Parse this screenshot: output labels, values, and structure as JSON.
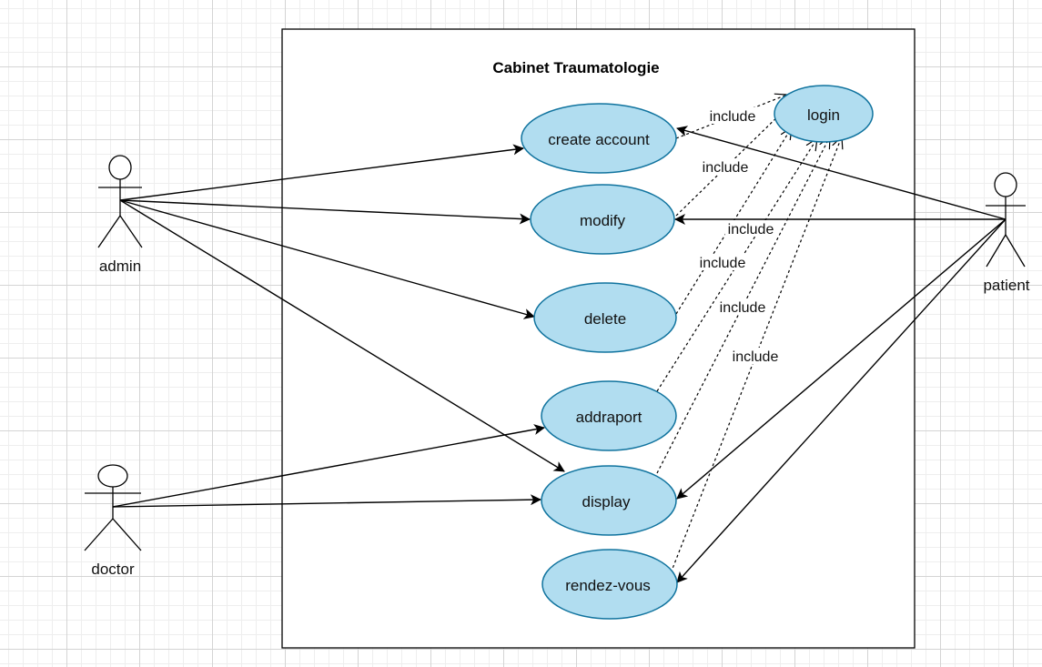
{
  "diagram": {
    "system_title": "Cabinet Traumatologie",
    "actors": {
      "admin": "admin",
      "doctor": "doctor",
      "patient": "patient"
    },
    "use_cases": {
      "create_account": "create account",
      "login": "login",
      "modify": "modify",
      "delete": "delete",
      "addraport": "addraport",
      "display": "display",
      "rendez_vous": "rendez-vous"
    },
    "include_label": "include",
    "colors": {
      "use_case_fill": "#b1ddf0",
      "use_case_stroke": "#10739e"
    }
  }
}
